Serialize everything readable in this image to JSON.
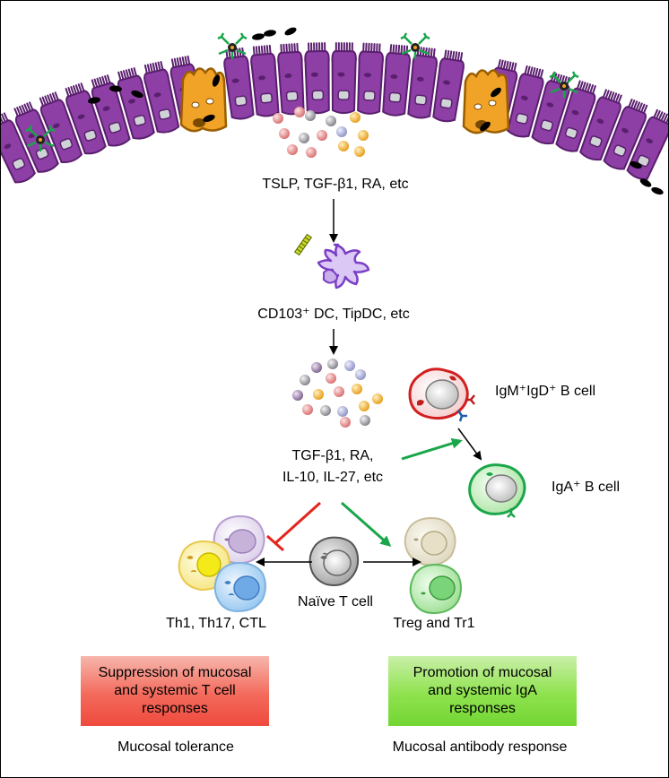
{
  "epithelium_factors": "TSLP, TGF-β1, RA, etc",
  "dc_label": "CD103⁺ DC, TipDC, etc",
  "dc_factors_line1": "TGF-β1, RA,",
  "dc_factors_line2": "IL-10, IL-27, etc",
  "igm_cell_label": "IgM⁺IgD⁺ B cell",
  "iga_cell_label": "IgA⁺ B cell",
  "naive_t_label": "Naïve T cell",
  "effector_label": "Th1, Th17, CTL",
  "treg_label": "Treg and Tr1",
  "suppression_box": {
    "line1": "Suppression of mucosal",
    "line2": "and systemic T cell",
    "line3": "responses"
  },
  "promotion_box": {
    "line1": "Promotion of mucosal",
    "line2": "and systemic IgA",
    "line3": "responses"
  },
  "tolerance_caption": "Mucosal tolerance",
  "antibody_caption": "Mucosal antibody response",
  "colors": {
    "epithelium": "#8e3fa6",
    "epithelium_dark": "#5a1f6e",
    "m_cell": "#f0a326",
    "inhibit_arrow": "#e3251d",
    "promote_arrow": "#1aa64a",
    "suppression_box": "#f26a5c",
    "promotion_box": "#88e04a"
  }
}
